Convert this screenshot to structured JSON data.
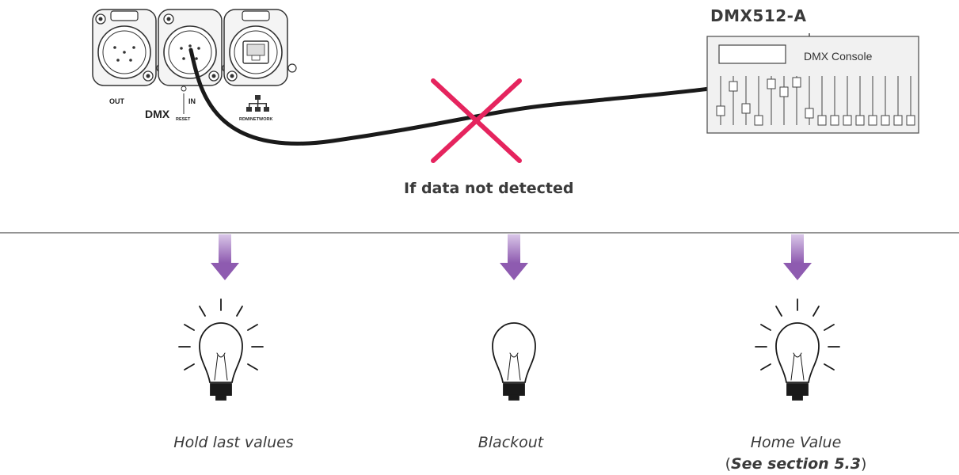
{
  "console": {
    "standard": "DMX512-A",
    "name": "DMX Console"
  },
  "panel": {
    "out_label": "OUT",
    "dmx_label": "DMX",
    "in_label": "IN",
    "reset_label": "RESET",
    "network_label": "RDM/NETWORK"
  },
  "condition_label": "If data not detected",
  "options": [
    {
      "label": "Hold last values"
    },
    {
      "label": "Blackout"
    },
    {
      "label": "Home Value",
      "note_open": "(",
      "note_bold": "See section 5.3",
      "note_close": ")"
    }
  ],
  "colors": {
    "cross": "#e5245e",
    "arrow": "#8e5bb0",
    "line": "#555555"
  }
}
